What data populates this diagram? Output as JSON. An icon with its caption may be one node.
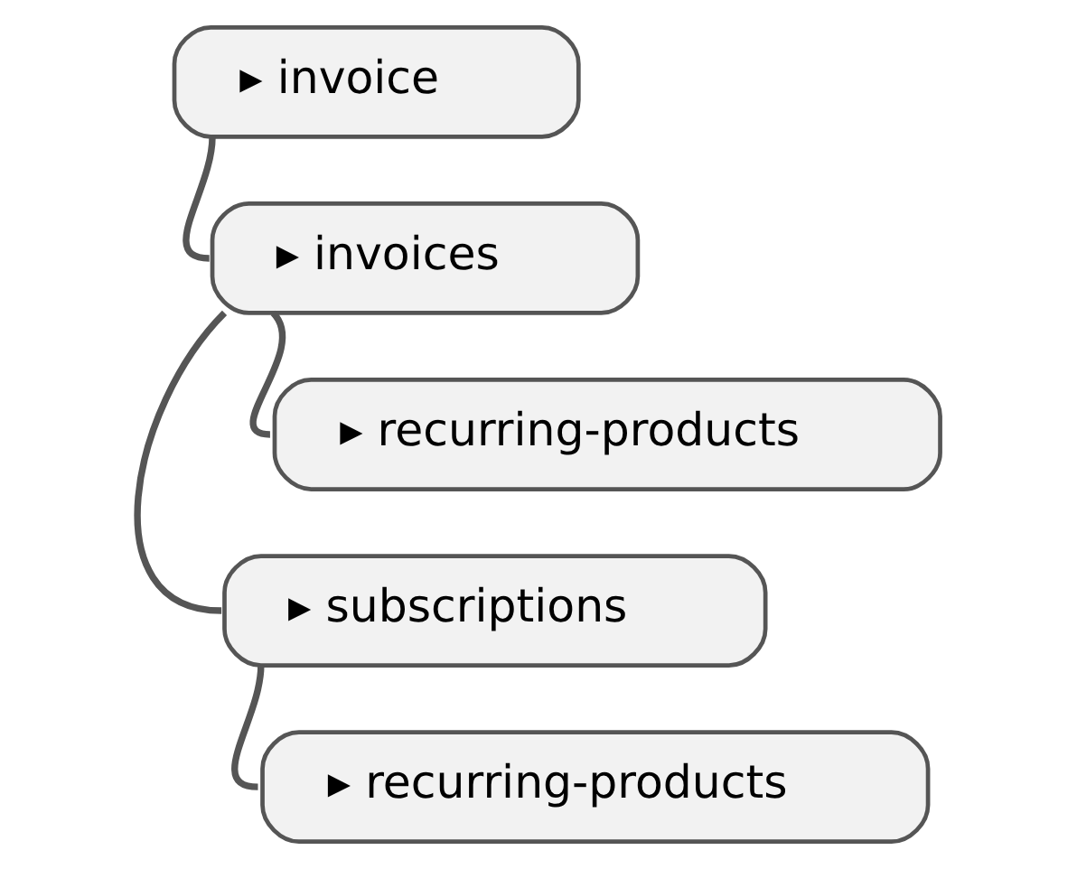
{
  "diagram": {
    "nodes": [
      {
        "text": [
          "▸ invoice"
        ]
      },
      {
        "text": [
          "▸ invoices"
        ]
      },
      {
        "text": [
          "▸ recurring-products"
        ]
      },
      {
        "text": [
          "▸ subscriptions"
        ]
      },
      {
        "text": [
          "▸ recurring-products"
        ]
      }
    ],
    "edges": [
      {
        "from": 0,
        "to": 1,
        "arrow": "none"
      },
      {
        "from": 1,
        "to": 2,
        "arrow": "none"
      },
      {
        "from": 1,
        "to": 3,
        "arrow": "none"
      },
      {
        "from": 3,
        "to": 4,
        "arrow": "none"
      }
    ]
  }
}
